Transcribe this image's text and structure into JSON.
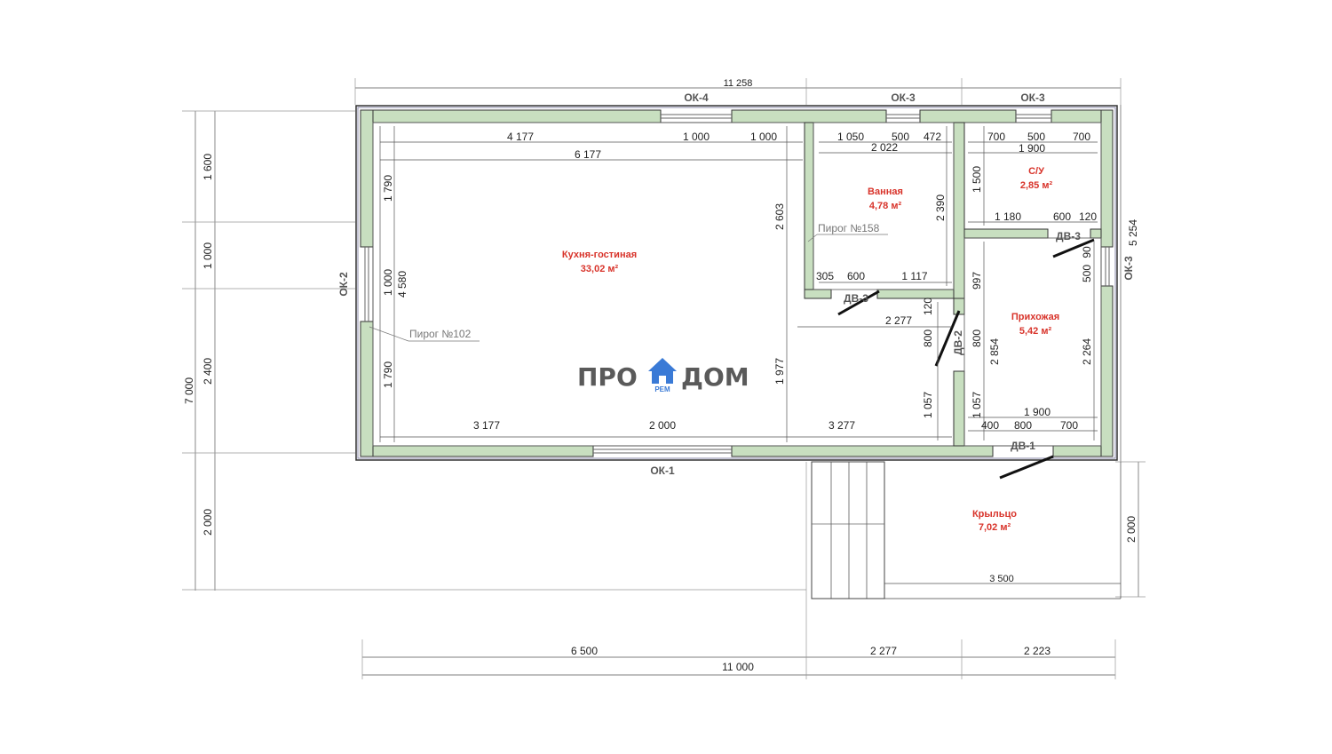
{
  "logo": {
    "left": "ПРО",
    "right": "ДОМ",
    "sub": "РЕМ",
    "accent": "#3a7ad6"
  },
  "rooms": {
    "kitchen": {
      "name": "Кухня-гостиная",
      "area": "33,02 м²"
    },
    "bath": {
      "name": "Ванная",
      "area": "4,78 м²"
    },
    "wc": {
      "name": "С/У",
      "area": "2,85 м²"
    },
    "hall": {
      "name": "Прихожая",
      "area": "5,42 м²"
    },
    "porch": {
      "name": "Крыльцо",
      "area": "7,02 м²"
    }
  },
  "notes": {
    "pie102": "Пирог №102",
    "pie158": "Пирог №158"
  },
  "windows": {
    "ok1": "ОК-1",
    "ok2": "ОК-2",
    "ok3a": "ОК-3",
    "ok3b": "ОК-3",
    "ok3c": "ОК-3",
    "ok4": "ОК-4"
  },
  "doors": {
    "dv1": "ДВ-1",
    "dv2": "ДВ-2",
    "dv3a": "ДВ-3",
    "dv3b": "ДВ-3"
  },
  "dims": {
    "top_total": "11 258",
    "bottom_total": "11 000",
    "bottom_a": "6 500",
    "bottom_b": "2 277",
    "bottom_c": "2 223",
    "left_total": "7 000",
    "left_porch": "2 000",
    "left_a": "1 600",
    "left_b": "1 000",
    "left_c": "2 400",
    "left_d": "2 000",
    "right_total": "5 254",
    "right_porch": "2 000",
    "porch_w": "3 500",
    "k_top_a": "4 177",
    "k_top_b": "1 000",
    "k_top_c": "1 000",
    "k_top_total": "6 177",
    "k_left_a": "1 790",
    "k_left_b": "1 000",
    "k_left_c": "1 790",
    "k_left_total": "4 580",
    "k_mid_a": "2 603",
    "k_mid_b": "1 977",
    "k_bot_a": "3 177",
    "k_bot_b": "2 000",
    "k_bot_c": "3 277",
    "b_top_a": "1 050",
    "b_top_b": "500",
    "b_top_c": "472",
    "b_width": "2 022",
    "b_height": "2 390",
    "b_bot_a": "305",
    "b_bot_b": "600",
    "b_bot_c": "1 117",
    "corr": "2 277",
    "w_top_a": "700",
    "w_top_b": "500",
    "w_top_c": "700",
    "w_width": "1 900",
    "w_height": "1 500",
    "w_bot_a": "1 180",
    "w_bot_b": "600",
    "w_bot_c": "120",
    "h_a": "997",
    "h_b": "120",
    "h_c": "800",
    "h_d": "800",
    "h_e": "1 057",
    "h_f": "1 057",
    "h_g": "2 854",
    "h_h": "2 264",
    "h_i": "500",
    "h_j": "90",
    "h_bot_w": "1 900",
    "h_bot_a": "400",
    "h_bot_b": "800",
    "h_bot_c": "700"
  }
}
